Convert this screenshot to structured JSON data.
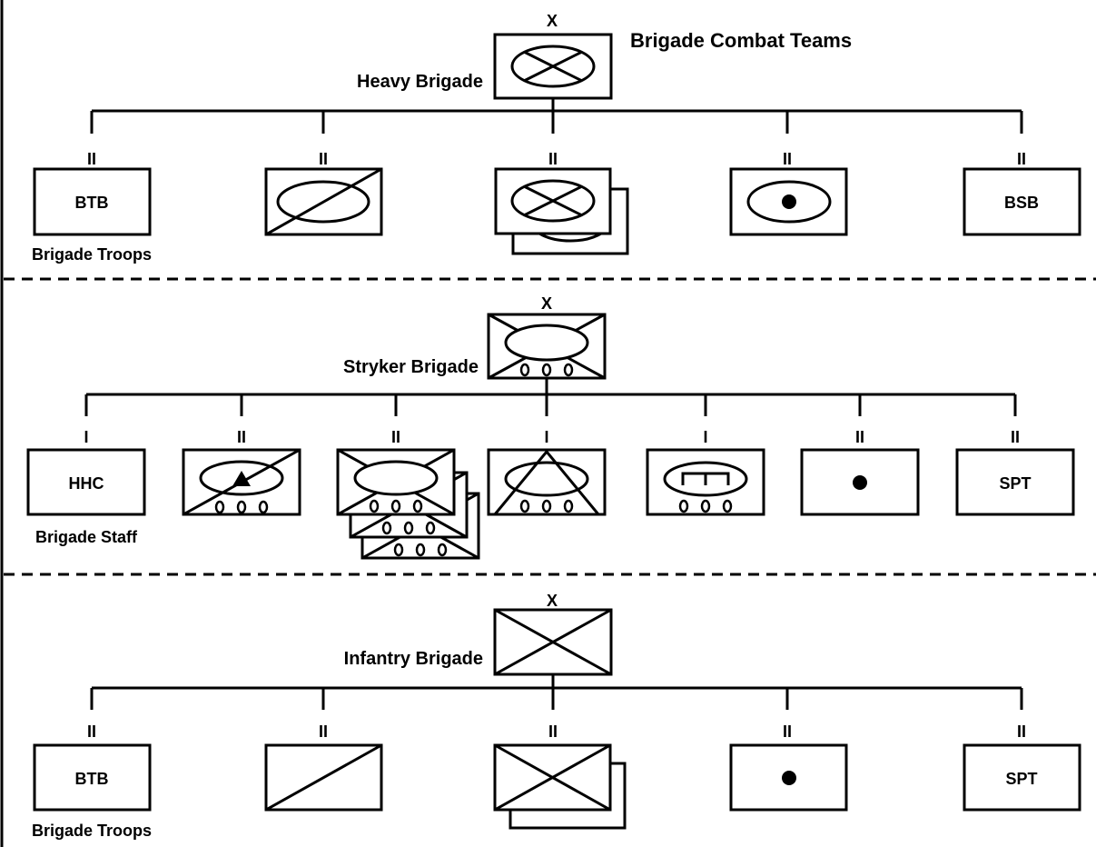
{
  "title": "Brigade Combat Teams",
  "heavy": {
    "hq_label": "Heavy Brigade",
    "hq_echelon": "X",
    "units": [
      {
        "echelon": "II",
        "text": "BTB",
        "caption": "Brigade Troops"
      },
      {
        "echelon": "II"
      },
      {
        "echelon": "II"
      },
      {
        "echelon": "II"
      },
      {
        "echelon": "II",
        "text": "BSB"
      }
    ]
  },
  "stryker": {
    "hq_label": "Stryker Brigade",
    "hq_echelon": "X",
    "units": [
      {
        "echelon": "I",
        "text": "HHC",
        "caption": "Brigade Staff"
      },
      {
        "echelon": "II"
      },
      {
        "echelon": "II"
      },
      {
        "echelon": "I"
      },
      {
        "echelon": "I"
      },
      {
        "echelon": "II"
      },
      {
        "echelon": "II",
        "text": "SPT"
      }
    ]
  },
  "infantry": {
    "hq_label": "Infantry Brigade",
    "hq_echelon": "X",
    "units": [
      {
        "echelon": "II",
        "text": "BTB",
        "caption": "Brigade Troops"
      },
      {
        "echelon": "II"
      },
      {
        "echelon": "II"
      },
      {
        "echelon": "II"
      },
      {
        "echelon": "II",
        "text": "SPT"
      }
    ]
  }
}
